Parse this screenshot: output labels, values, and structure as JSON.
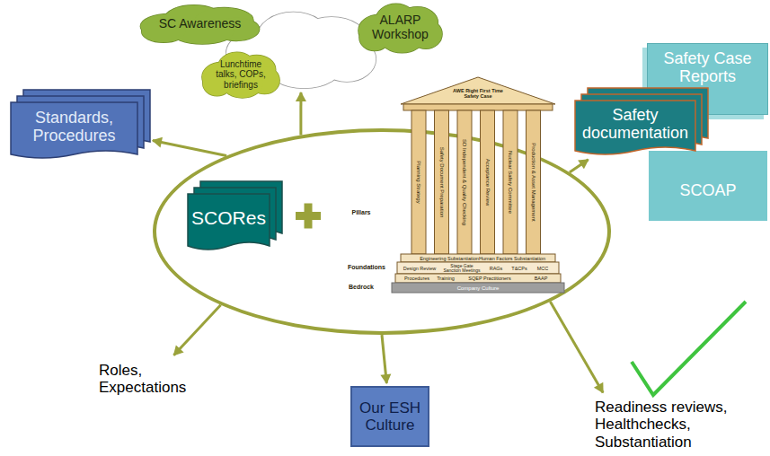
{
  "diagram": {
    "nodes": [
      {
        "text": []
      },
      {
        "text": [
          "SCORes"
        ],
        "in": 0
      },
      {
        "text": [
          "Standards, Procedures"
        ]
      },
      {
        "text": []
      },
      {
        "text": [
          "SC Awareness"
        ]
      },
      {
        "text": [
          "ALARP Workshop"
        ]
      },
      {
        "text": [
          "Lunchtime talks, COPs, briefings"
        ]
      },
      {
        "text": [
          "Safety Case Reports"
        ]
      },
      {
        "text": [
          "Safety documentation"
        ]
      },
      {
        "text": [
          "SCOAP"
        ]
      },
      {
        "text": [
          "Roles, Expectations"
        ]
      },
      {
        "text": [
          "Our ESH Culture"
        ]
      },
      {
        "text": [
          "Readiness reviews, Healthchecks, Substantiation"
        ]
      }
    ],
    "edges": [
      {
        "from": 0,
        "to": 2,
        "arrow": "to"
      },
      {
        "from": 0,
        "to": 3,
        "arrow": "to"
      },
      {
        "from": 0,
        "to": 8,
        "arrow": "to"
      },
      {
        "from": 0,
        "to": 10,
        "arrow": "to"
      },
      {
        "from": 0,
        "to": 11,
        "arrow": "to"
      },
      {
        "from": 0,
        "to": 12,
        "arrow": "to"
      }
    ],
    "labels": [
      "AWE Right First Time Safety Case",
      "Pillars",
      "Planning Strategy",
      "Safety Document Preparation",
      "SD Independent & Quality Checking",
      "Acceptance Review",
      "Nuclear Safety Committee",
      "Production & Asset Management",
      "Foundations",
      "Engineering Substantiation",
      "Human Factors Substantiation",
      "Design Review",
      "Stage Gate Sanction Meetings",
      "RAGs",
      "T&CPs",
      "MCC",
      "Procedures",
      "Training",
      "SQEP Practitioners",
      "BAAP",
      "Bedrock",
      "Company Culture"
    ]
  }
}
